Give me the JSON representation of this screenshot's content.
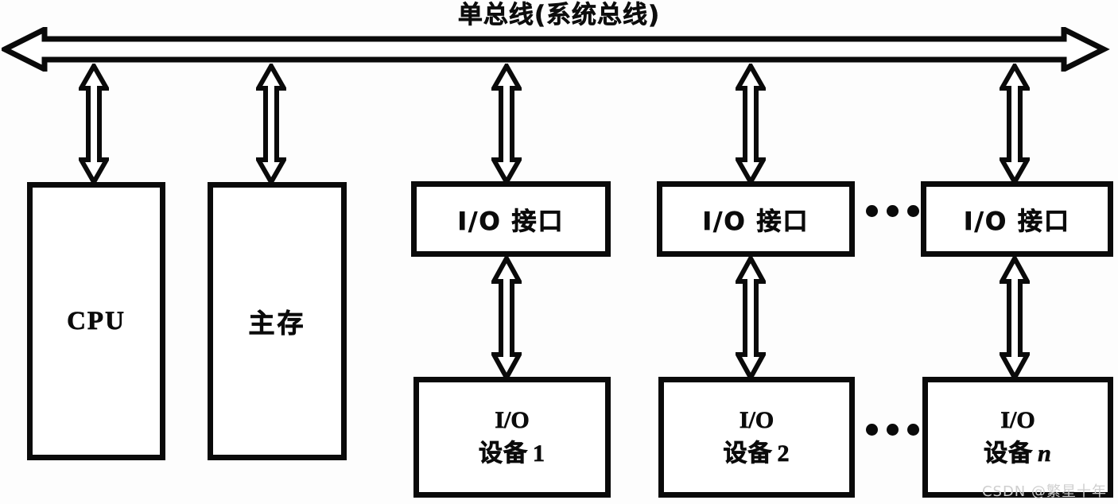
{
  "diagram": {
    "title": "单总线(系统总线)",
    "bus": {
      "name": "system-bus",
      "direction": "bidirectional-horizontal"
    },
    "nodes": {
      "cpu": "CPU",
      "main_memory": "主存",
      "io_interface": "I/O 接口",
      "io_device_prefix": "I/O",
      "io_device_word": "设备",
      "device_indices": [
        "1",
        "2",
        "n"
      ]
    },
    "io_interfaces": [
      {
        "label": "I/O 接口"
      },
      {
        "label": "I/O 接口"
      },
      {
        "label": "I/O 接口"
      }
    ],
    "io_devices": [
      {
        "line1": "I/O",
        "line2": "设备",
        "index": "1",
        "italic_index": false
      },
      {
        "line1": "I/O",
        "line2": "设备",
        "index": "2",
        "italic_index": false
      },
      {
        "line1": "I/O",
        "line2": "设备",
        "index": "n",
        "italic_index": true
      }
    ],
    "ellipsis": {
      "dots": "•••",
      "count": 3
    },
    "colors": {
      "stroke": "#0a0a0a",
      "fill": "#ffffff",
      "background": "#fdfdfd",
      "watermark": "#cfcfcf"
    }
  },
  "watermark": {
    "text": "CSDN @繁星十年"
  }
}
